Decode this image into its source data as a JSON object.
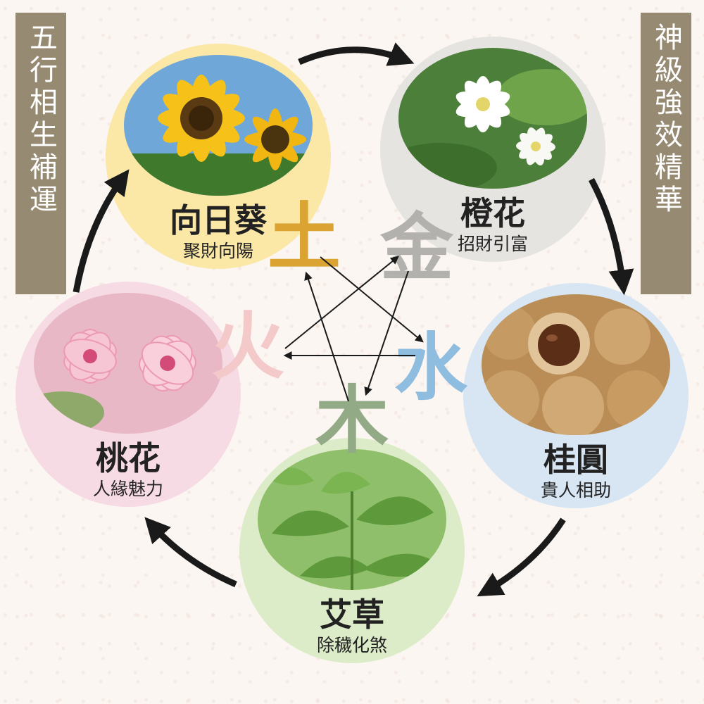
{
  "banners": {
    "left": "五行相生補運",
    "right": "神級強效精華"
  },
  "nodes": {
    "sunflower": {
      "name": "向日葵",
      "sub": "聚財向陽",
      "icon": "sunflower-photo"
    },
    "orange_blossom": {
      "name": "橙花",
      "sub": "招財引富",
      "icon": "orange-blossom-photo"
    },
    "longan": {
      "name": "桂圓",
      "sub": "貴人相助",
      "icon": "longan-photo"
    },
    "mugwort": {
      "name": "艾草",
      "sub": "除穢化煞",
      "icon": "mugwort-photo"
    },
    "peach_blossom": {
      "name": "桃花",
      "sub": "人緣魅力",
      "icon": "peach-blossom-photo"
    }
  },
  "elements": {
    "earth": "土",
    "metal": "金",
    "water": "水",
    "wood": "木",
    "fire": "火"
  },
  "colors": {
    "earth": "#dba332",
    "metal": "#b3b1ae",
    "water": "#8fbde0",
    "wood": "#93aa86",
    "fire": "#f4c9c9",
    "banner": "#978a73",
    "arrow": "#1a1a1a"
  }
}
